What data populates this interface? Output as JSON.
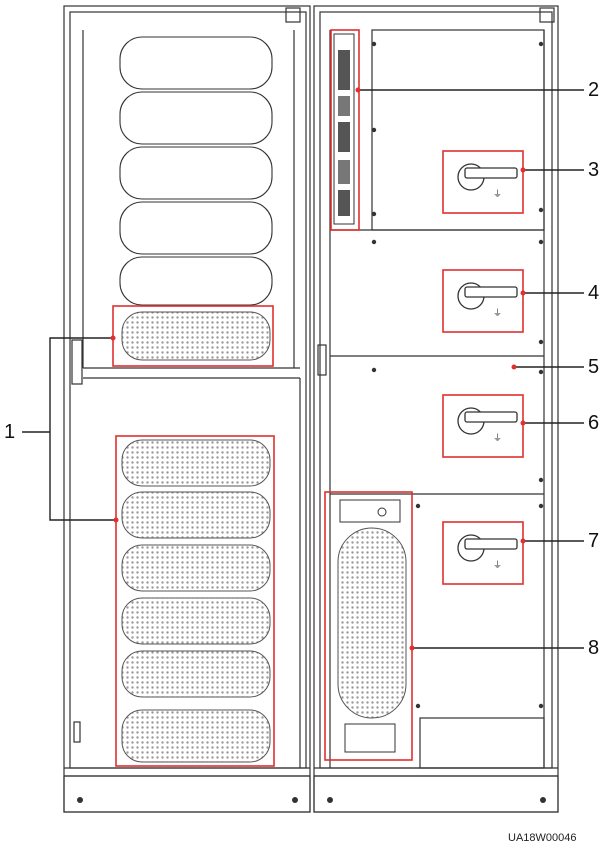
{
  "callouts": {
    "c1": "1",
    "c2": "2",
    "c3": "3",
    "c4": "4",
    "c5": "5",
    "c6": "6",
    "c7": "7",
    "c8": "8"
  },
  "drawing_code": "UA18W00046",
  "colors": {
    "outline": "#333333",
    "highlight": "#e03030",
    "leader": "#222222"
  },
  "icons": [
    "breaker-handle-icon"
  ]
}
